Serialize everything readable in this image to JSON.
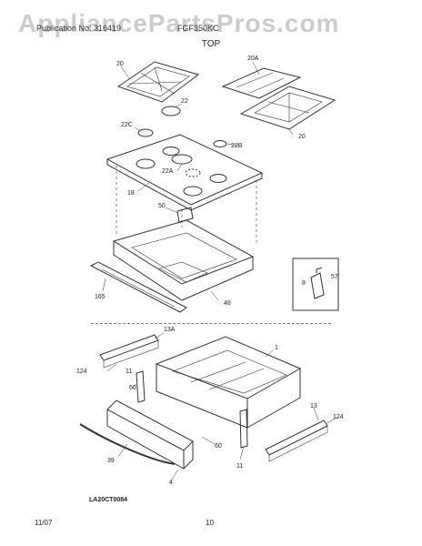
{
  "header": {
    "watermark": "AppliancePartsPros.com",
    "publication": "Publication No: 316419",
    "model": "FGF350KC",
    "section_title": "TOP"
  },
  "callouts": {
    "c20a": "20",
    "c20A": "20A",
    "c22": "22",
    "c22C": "22C",
    "c22B": "22B",
    "c22A": "22A",
    "c20b": "20",
    "c18": "18",
    "c50": "50",
    "c165": "165",
    "c48": "48",
    "c57": "57",
    "c8": "8",
    "c13A": "13A",
    "c1": "1",
    "c124a": "124",
    "c11a": "11",
    "c60a": "60",
    "c13": "13",
    "c124b": "124",
    "c39": "39",
    "c4": "4",
    "c60b": "60",
    "c11b": "11"
  },
  "footer": {
    "diagram_ref": "LA20CT0084",
    "date": "11/07",
    "page": "10"
  }
}
